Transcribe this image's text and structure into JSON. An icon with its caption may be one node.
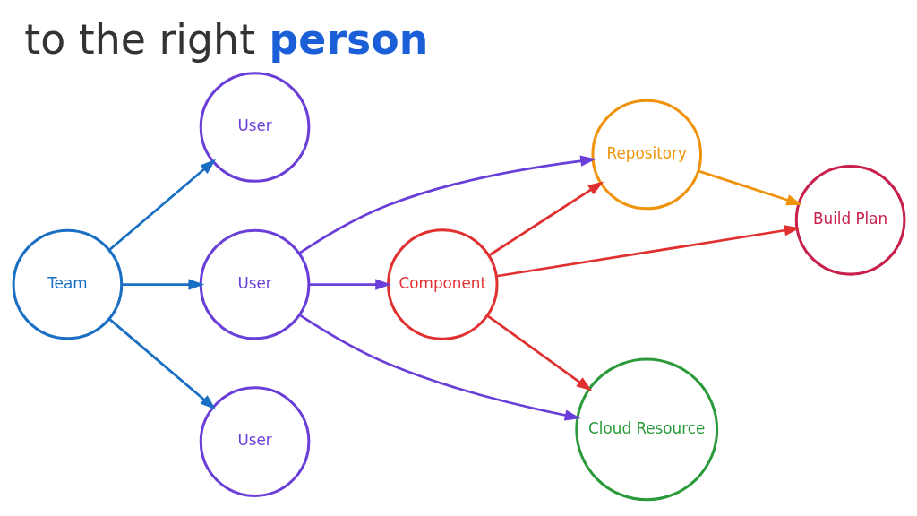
{
  "diagram": {
    "title": "to the right **person**",
    "nodes": [
      {
        "text": [
          "Team"
        ]
      },
      {
        "text": [
          "User"
        ]
      },
      {
        "text": [
          "User"
        ]
      },
      {
        "text": [
          "User"
        ]
      },
      {
        "text": [
          "Repository"
        ]
      },
      {
        "text": [
          "Component"
        ]
      },
      {
        "text": [
          "Build Plan"
        ]
      },
      {
        "text": [
          "Cloud Resource"
        ]
      }
    ],
    "edges": [
      {
        "from": 0,
        "to": 1,
        "arrow": "to",
        "color": "#1a6fc4"
      },
      {
        "from": 0,
        "to": 2,
        "arrow": "to",
        "color": "#1a6fc4"
      },
      {
        "from": 0,
        "to": 3,
        "arrow": "to",
        "color": "#1a6fc4"
      },
      {
        "from": 2,
        "to": 4,
        "arrow": "to"
      },
      {
        "from": 2,
        "to": 5,
        "arrow": "to"
      },
      {
        "from": 2,
        "to": 7,
        "arrow": "to"
      },
      {
        "from": 5,
        "to": 4,
        "arrow": "to",
        "color": "#e03030"
      },
      {
        "from": 5,
        "to": 6,
        "arrow": "to",
        "color": "#e03030"
      },
      {
        "from": 5,
        "to": 7,
        "arrow": "to",
        "color": "#e03030"
      },
      {
        "from": 4,
        "to": 6,
        "arrow": "to",
        "color": "#f0930a"
      }
    ]
  }
}
